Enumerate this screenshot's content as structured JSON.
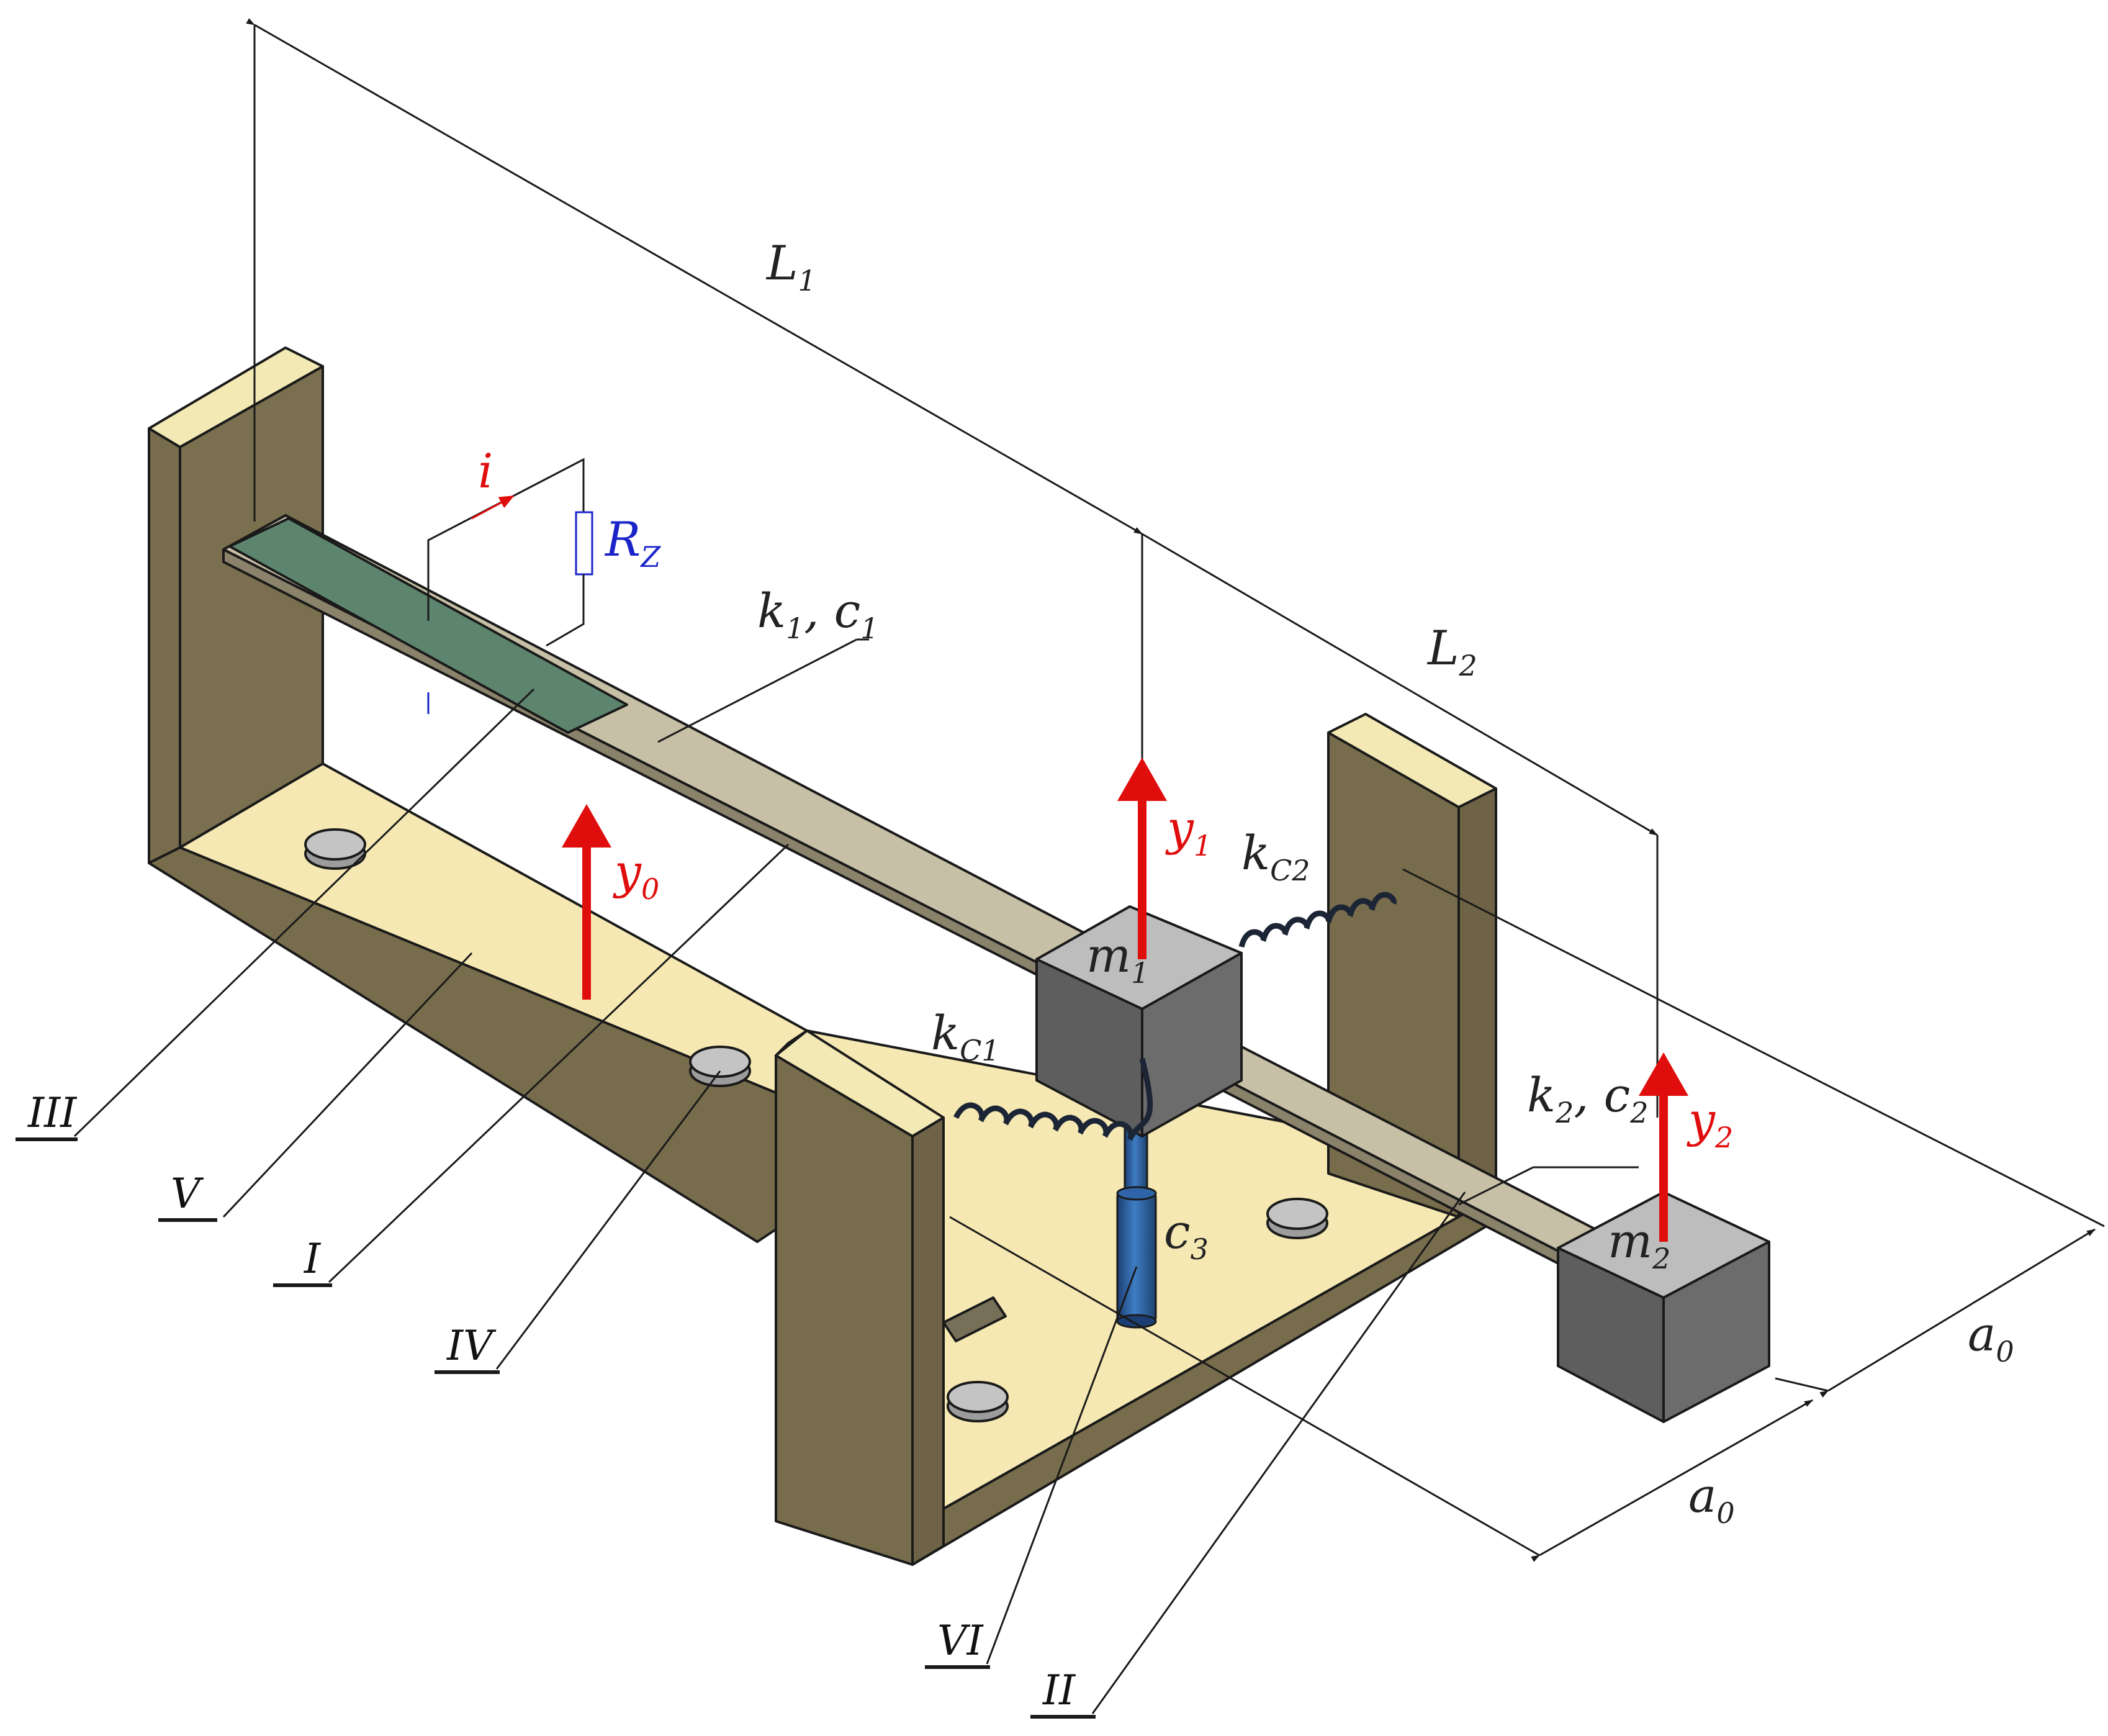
{
  "labels": {
    "L1": "L",
    "L1_sub": "1",
    "L2": "L",
    "L2_sub": "2",
    "k1c1": "k",
    "k1c1_sub": "1",
    "k1c1_c": ", c",
    "k1c1_csub": "1",
    "k2c2": "k",
    "k2c2_sub": "2",
    "k2c2_c": ", c",
    "k2c2_csub": "2",
    "kC1": "k",
    "kC1_sub": "C1",
    "kC2": "k",
    "kC2_sub": "C2",
    "c3": "c",
    "c3_sub": "3",
    "m1": "m",
    "m1_sub": "1",
    "m2": "m",
    "m2_sub": "2",
    "y0": "y",
    "y0_sub": "0",
    "y1": "y",
    "y1_sub": "1",
    "y2": "y",
    "y2_sub": "2",
    "i": "i",
    "Rz": "R",
    "Rz_sub": "Z",
    "a0_right": "a",
    "a0_right_sub": "0",
    "a0_bottom": "a",
    "a0_bottom_sub": "0"
  },
  "callouts": [
    "III",
    "V",
    "I",
    "IV",
    "VI",
    "II"
  ],
  "colors": {
    "frame_side": "#776c4c",
    "frame_top": "#f5ebb4",
    "base_plate": "#f5e8b2",
    "beam": "#c7c0a6",
    "piezo": "#5d856e",
    "mass_front": "#5e5e5e",
    "mass_top": "#bdbdbd",
    "damper": "#2f64a8",
    "arrow": "#e00d0d",
    "circuit": "#1a24c8"
  }
}
